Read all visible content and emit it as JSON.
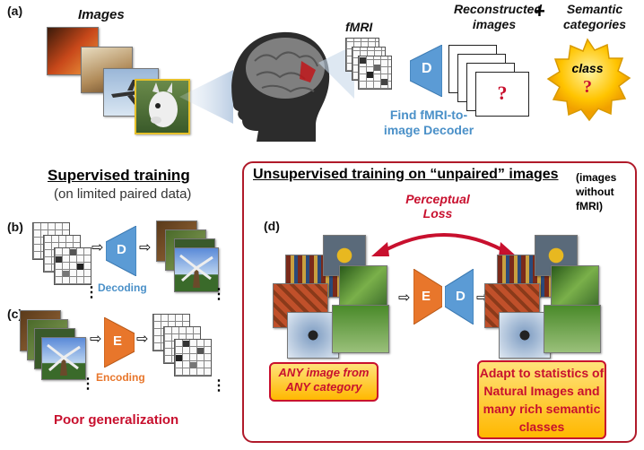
{
  "panels": {
    "a": "(a)",
    "b": "(b)",
    "c": "(c)",
    "d": "(d)"
  },
  "top": {
    "images_label": "Images",
    "fmri_label": "fMRI",
    "recon_label": "Reconstructed images",
    "plus": "+",
    "semantic_label": "Semantic categories",
    "class_label": "class",
    "question": "?",
    "decoder_letter": "D",
    "find_text": "Find fMRI-to-image Decoder"
  },
  "supervised": {
    "title": "Supervised training",
    "subtitle": "(on limited paired data)",
    "decoding_label": "Decoding",
    "encoding_label": "Encoding",
    "decoder_letter": "D",
    "encoder_letter": "E",
    "poor": "Poor generalization"
  },
  "unsupervised": {
    "title": "Unsupervised training on “unpaired” images",
    "note": "(images without fMRI)",
    "perceptual_loss": "Perceptual Loss",
    "encoder_letter": "E",
    "decoder_letter": "D",
    "any_image": "ANY image from ANY category",
    "adapt": "Adapt to statistics of Natural Images and many rich semantic classes"
  },
  "colors": {
    "decoder_blue": "#5b9bd5",
    "encoder_orange": "#e8762b",
    "accent_red": "#c8102e",
    "label_blue": "#4a90c8",
    "box_yellow": "#ffc000"
  }
}
